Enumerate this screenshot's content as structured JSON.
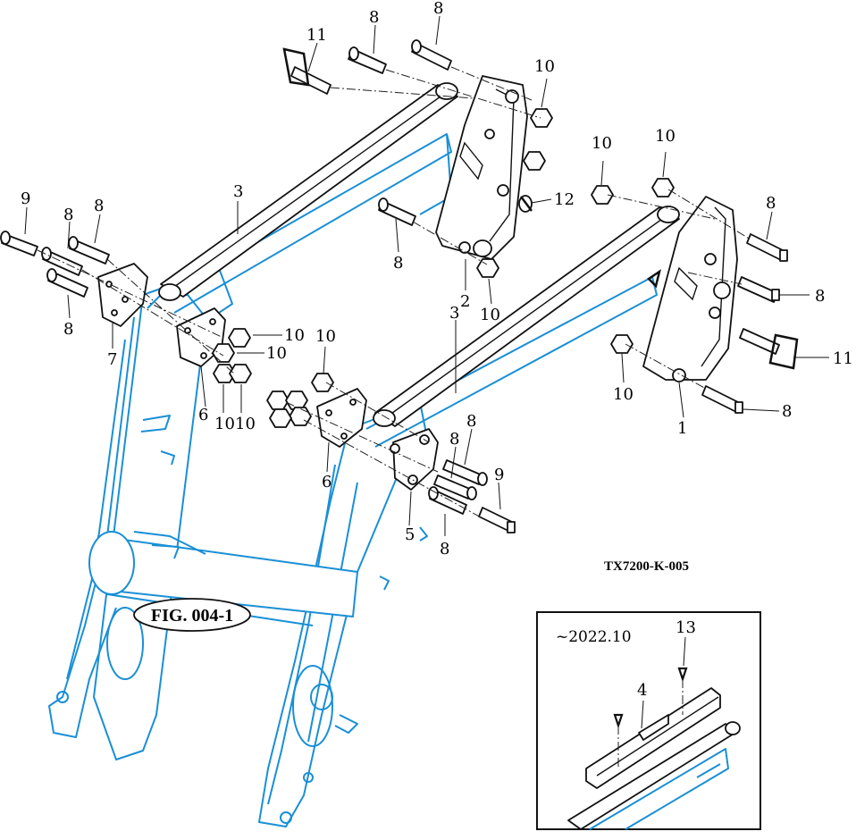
{
  "drawing_code": "TX7200-K-005",
  "figure_ref": "FIG. 004-1",
  "inset": {
    "label": "~2022.10",
    "callouts": [
      {
        "text": "13",
        "part": "13"
      },
      {
        "text": "4",
        "part": "4"
      }
    ]
  },
  "callouts": [
    {
      "text": "11",
      "part": "11"
    },
    {
      "text": "8",
      "part": "8"
    },
    {
      "text": "8",
      "part": "8"
    },
    {
      "text": "10",
      "part": "10"
    },
    {
      "text": "12",
      "part": "12"
    },
    {
      "text": "8",
      "part": "8"
    },
    {
      "text": "2",
      "part": "2"
    },
    {
      "text": "10",
      "part": "10"
    },
    {
      "text": "3",
      "part": "3"
    },
    {
      "text": "9",
      "part": "9"
    },
    {
      "text": "8",
      "part": "8"
    },
    {
      "text": "8",
      "part": "8"
    },
    {
      "text": "8",
      "part": "8"
    },
    {
      "text": "7",
      "part": "7"
    },
    {
      "text": "10",
      "part": "10"
    },
    {
      "text": "10",
      "part": "10"
    },
    {
      "text": "6",
      "part": "6"
    },
    {
      "text": "10",
      "part": "10"
    },
    {
      "text": "10",
      "part": "10"
    },
    {
      "text": "10",
      "part": "10"
    },
    {
      "text": "6",
      "part": "6"
    },
    {
      "text": "3",
      "part": "3"
    },
    {
      "text": "8",
      "part": "8"
    },
    {
      "text": "8",
      "part": "8"
    },
    {
      "text": "9",
      "part": "9"
    },
    {
      "text": "5",
      "part": "5"
    },
    {
      "text": "8",
      "part": "8"
    },
    {
      "text": "10",
      "part": "10"
    },
    {
      "text": "10",
      "part": "10"
    },
    {
      "text": "8",
      "part": "8"
    },
    {
      "text": "8",
      "part": "8"
    },
    {
      "text": "11",
      "part": "11"
    },
    {
      "text": "10",
      "part": "10"
    },
    {
      "text": "8",
      "part": "8"
    },
    {
      "text": "1",
      "part": "1"
    }
  ],
  "colors": {
    "frame": "#1a8fd6",
    "hardware": "#111111",
    "background": "#ffffff"
  }
}
